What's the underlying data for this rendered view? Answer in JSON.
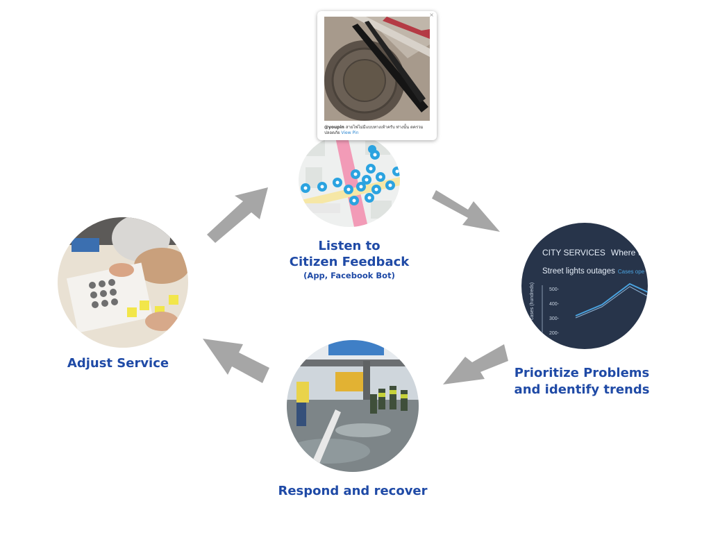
{
  "nodes": {
    "listen": {
      "title_line1": "Listen to",
      "title_line2": "Citizen Feedback",
      "subtitle": "(App, Facebook Bot)"
    },
    "prioritize": {
      "title_line1": "Prioritize Problems",
      "title_line2": "and identify trends"
    },
    "respond": {
      "title": "Respond and recover"
    },
    "adjust": {
      "title": "Adjust Service"
    }
  },
  "popup": {
    "user": "@youpin",
    "text": "สายไฟไม่มีแบบทางเท้าครับ ท่างนั้น ตครวม ปลอดภัย",
    "link": "View Pin"
  },
  "dashboard": {
    "title": "CITY SERVICES",
    "title_right": "Where w",
    "subtitle": "Street lights outages",
    "subtitle_note": "Cases ope",
    "y_axis": "cases (hundreds)",
    "ticks": [
      "500-",
      "400-",
      "300-",
      "200-"
    ]
  },
  "colors": {
    "label": "#1f4aa6",
    "arrow": "#a6a6a6",
    "dashboard_bg": "#27344a",
    "pin": "#2ba3e0"
  }
}
